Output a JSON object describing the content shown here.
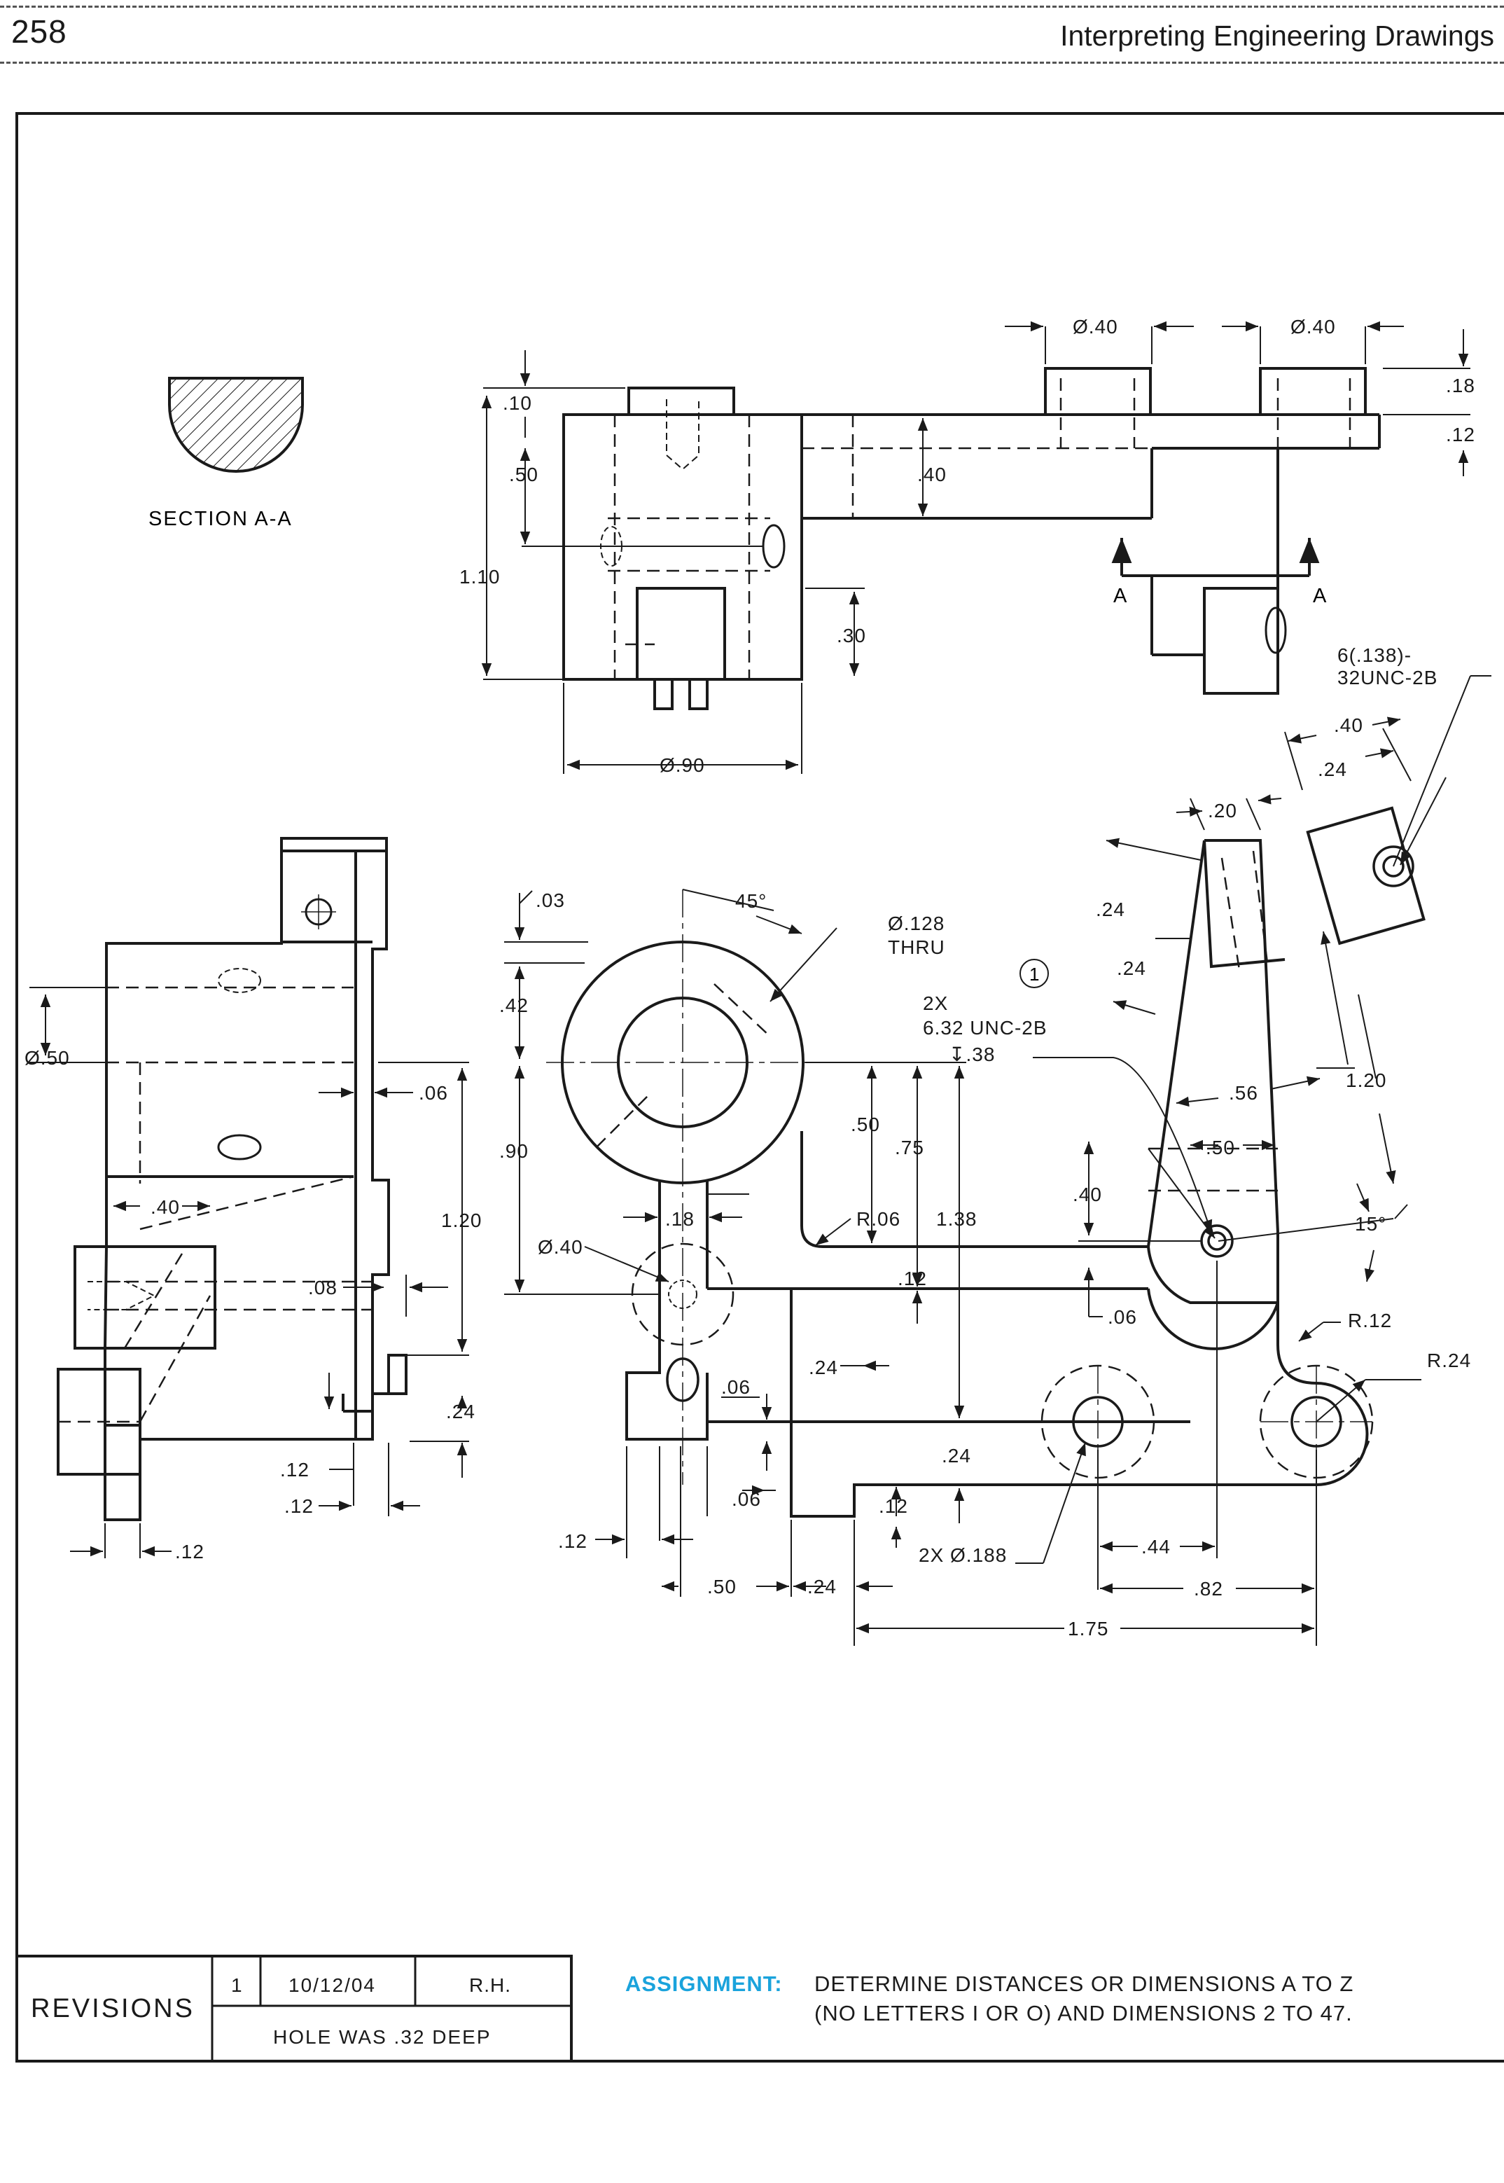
{
  "page": {
    "number": "258",
    "running_head": "Interpreting Engineering Drawings"
  },
  "section_view": {
    "label": "SECTION A-A"
  },
  "section_marks": {
    "left": "A",
    "right": "A"
  },
  "dimensions": {
    "top_dia_left": "Ø.40",
    "top_dia_right": "Ø.40",
    "d_18": ".18",
    "d_12_tr": ".12",
    "d_10": ".10",
    "d_50_top": ".50",
    "d_40_top": ".40",
    "d_110": "1.10",
    "d_30": ".30",
    "d_90_dia": "Ø.90",
    "thread_6": "6(.138)-",
    "thread_6b": "32UNC-2B",
    "d_40_r": ".40",
    "d_24_r": ".24",
    "d_20": ".20",
    "d_24_r2": ".24",
    "d_24_r3": ".24",
    "d_56": ".56",
    "d_120_r": "1.20",
    "d_50_r": ".50",
    "d_40_r2": ".40",
    "angle_15": "15°",
    "r_12": "R.12",
    "r_24": "R.24",
    "d_06_r": ".06",
    "d_03": ".03",
    "angle_45": "45°",
    "hole_128": "Ø.128",
    "hole_thru": "THRU",
    "d_42": ".42",
    "d_90": ".90",
    "d_50_c": ".50",
    "d_75": ".75",
    "d_138": "1.38",
    "note_2x": "2X",
    "note_thread": "6.32 UNC-2B",
    "note_depth": "↧.38",
    "d_18_c": ".18",
    "r_06": "R.06",
    "dia_40_c": "Ø.40",
    "d_12_c": ".12",
    "d_24_c": ".24",
    "d_06_c": ".06",
    "d_24_c2": ".24",
    "d_06_c2": ".06",
    "d_12_c2": ".12",
    "d_12_c3": ".12",
    "holes_188": "2X  Ø.188",
    "d_44": ".44",
    "d_50_b": ".50",
    "d_24_b": ".24",
    "d_82": ".82",
    "d_175": "1.75",
    "dia_50_l": "Ø.50",
    "d_06_l": ".06",
    "d_40_l": ".40",
    "d_08": ".08",
    "d_120_l": "1.20",
    "d_24_l": ".24",
    "d_12_l1": ".12",
    "d_12_l2": ".12",
    "d_12_l3": ".12",
    "callout_1": "1"
  },
  "revisions": {
    "title": "REVISIONS",
    "number": "1",
    "date": "10/12/04",
    "initials": "R.H.",
    "description": "HOLE WAS .32 DEEP"
  },
  "assignment": {
    "label": "ASSIGNMENT:",
    "line1": "DETERMINE DISTANCES OR DIMENSIONS A TO Z",
    "line2": "(NO LETTERS I OR O) AND DIMENSIONS 2 TO 47."
  },
  "colors": {
    "accent": "#1aa3dc",
    "ink": "#1a1a1a"
  }
}
